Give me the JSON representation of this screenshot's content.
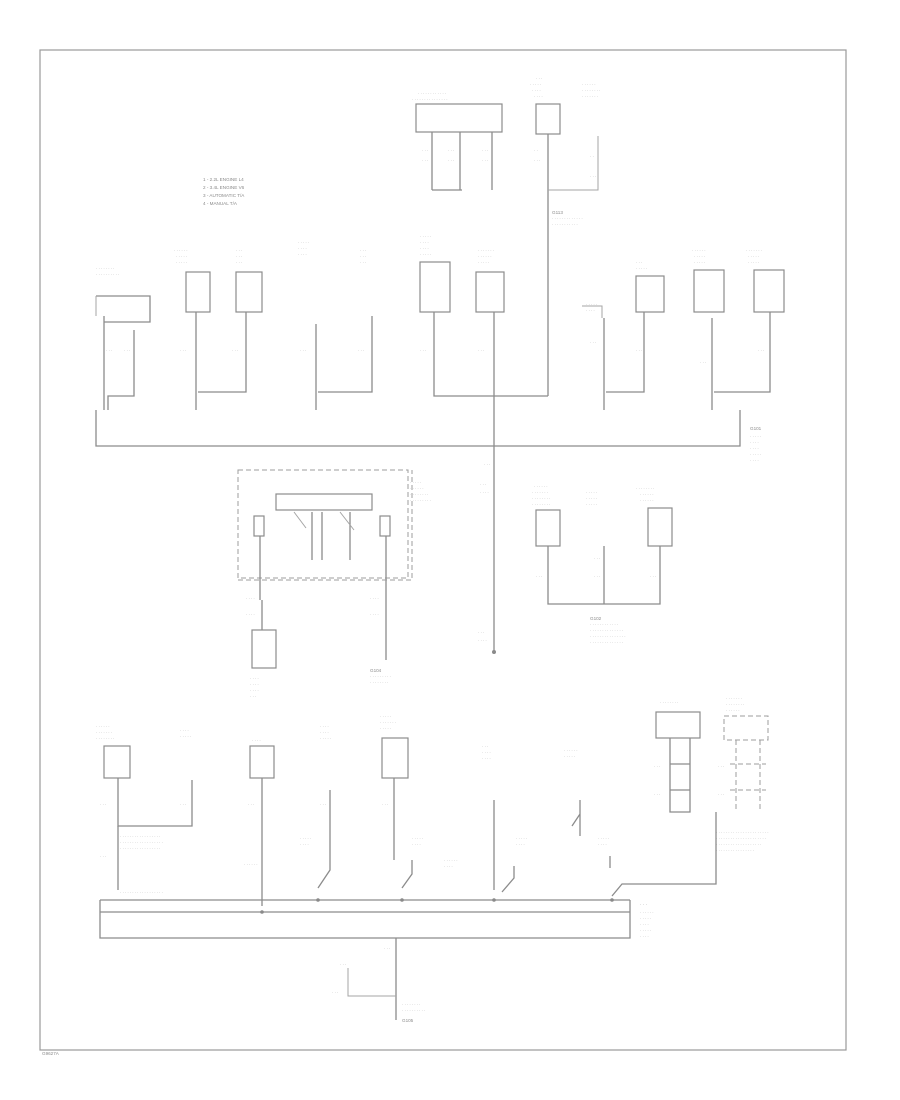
{
  "diagram": {
    "legend": [
      "1 - 2.2L ENGINE L4",
      "2 - 3.4L ENGINE V6",
      "3 - AUTOMATIC T/A",
      "4 - MANUAL T/A"
    ],
    "ground_points": {
      "g_top": "G113",
      "g_main": "G101",
      "g_mid": "G104",
      "g_lower": "G102",
      "g_bottom": "G105"
    },
    "wire_colors": {
      "blk": "BLK",
      "blk_wht": "BLK/WHT",
      "tan_blk": "TAN/BLK"
    },
    "page_code": "G9627A"
  }
}
